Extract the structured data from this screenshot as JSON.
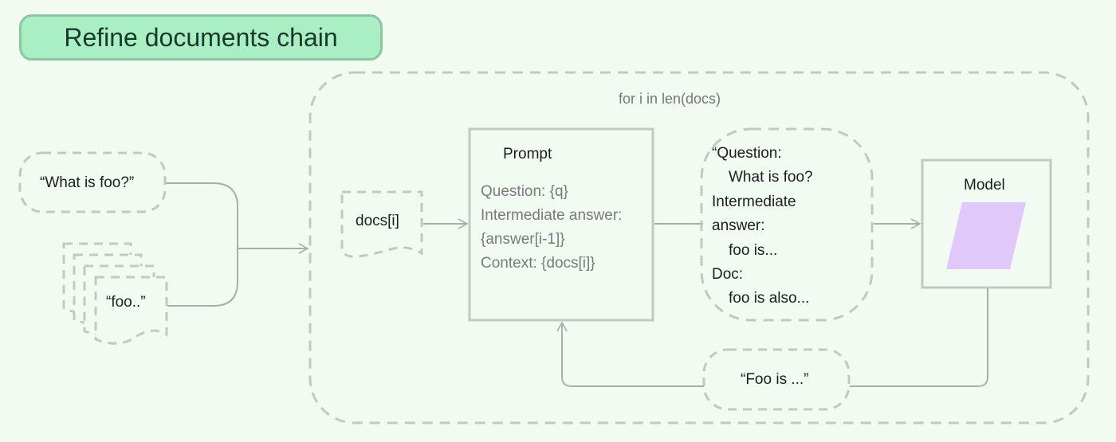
{
  "title": "Refine documents chain",
  "loop_label": "for i in len(docs)",
  "question_input": "“What is foo?”",
  "docs_input": "“foo..”",
  "doc_item": "docs[i]",
  "prompt": {
    "title": "Prompt",
    "lines": [
      "Question: {q}",
      "Intermediate answer:",
      "{answer[i-1]}",
      "Context: {docs[i]}"
    ]
  },
  "filled_prompt": {
    "lines": [
      "“Question:",
      "What is foo?",
      "Intermediate",
      "answer:",
      "foo is...",
      "Doc:",
      "foo is also..."
    ]
  },
  "model": {
    "title": "Model",
    "icon": "model-parallelogram-icon",
    "color": "#e0c8fb"
  },
  "output": "“Foo is ...”",
  "colors": {
    "background": "#f1fbf2",
    "title_fill": "#a9efc3",
    "title_border": "#8cc79f",
    "stroke": "#b9bfba"
  }
}
